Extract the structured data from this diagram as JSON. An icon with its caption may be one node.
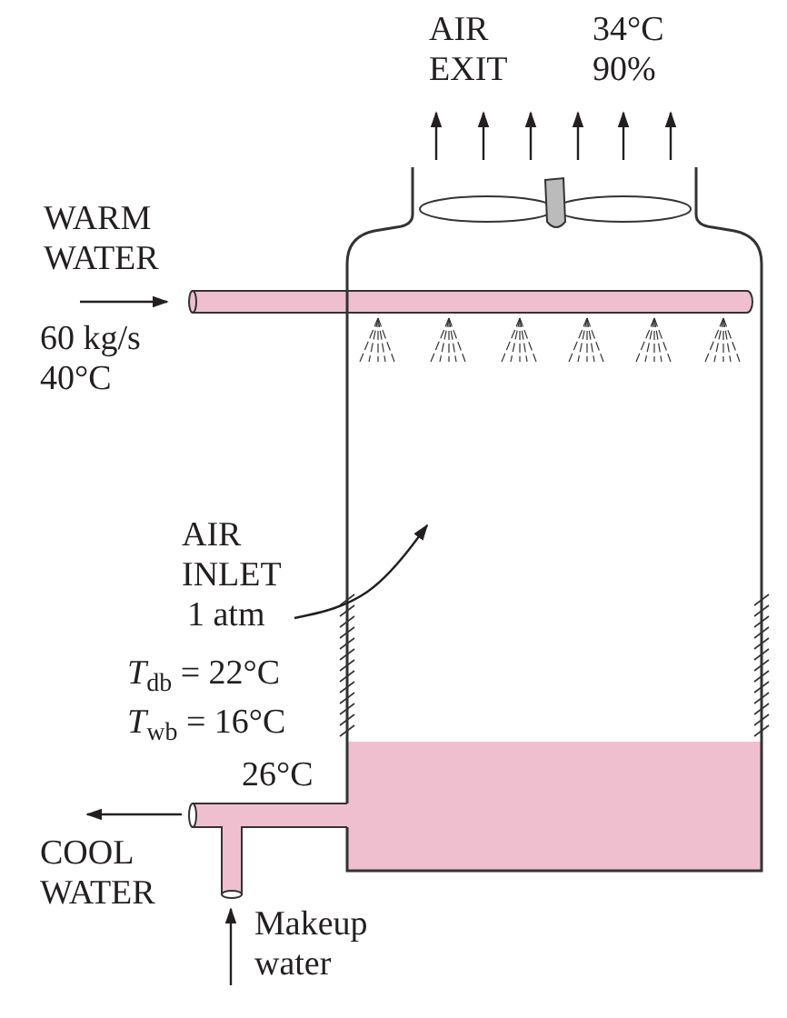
{
  "diagram": {
    "nodes": [
      {
        "text": [
          "AIR INLET",
          "1 atm"
        ]
      },
      {
        "text": [],
        "shape": "box"
      }
    ],
    "edges": [
      {
        "from": 0,
        "to": 1,
        "arrow": "to"
      }
    ],
    "labels": [
      "AIR EXIT",
      "34°C 90%",
      "WARM WATER",
      "60 kg/s 40°C",
      "*T*$_{db}$ = 22°C",
      "*T*$_{wb}$ = 16°C",
      "26°C",
      "COOL WATER",
      "Makeup water"
    ]
  }
}
